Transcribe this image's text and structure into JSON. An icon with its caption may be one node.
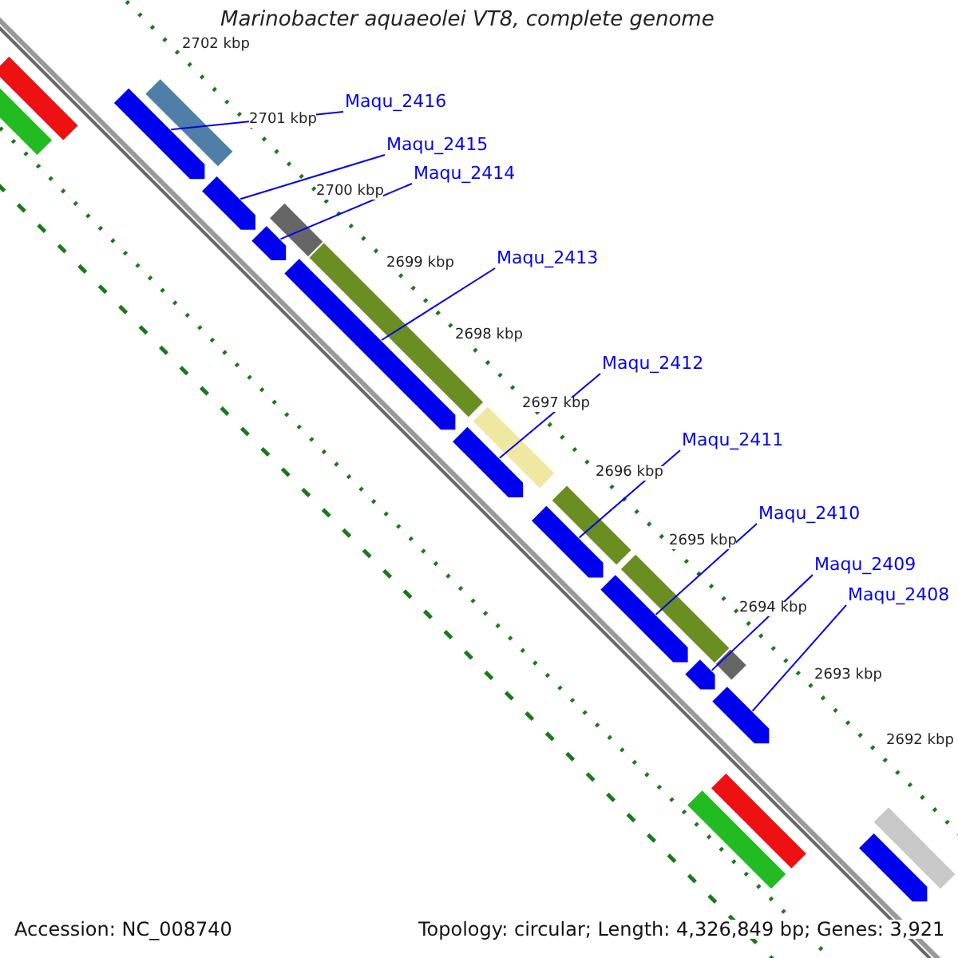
{
  "diagram": {
    "title": "Marinobacter aquaeolei VT8, complete genome",
    "nodes": [
      {
        "text": [
          "Maqu_2416"
        ]
      },
      {
        "text": [
          "Maqu_2415"
        ]
      },
      {
        "text": [
          "Maqu_2414"
        ]
      },
      {
        "text": [
          "Maqu_2413"
        ]
      },
      {
        "text": [
          "Maqu_2412"
        ]
      },
      {
        "text": [
          "Maqu_2411"
        ]
      },
      {
        "text": [
          "Maqu_2410"
        ]
      },
      {
        "text": [
          "Maqu_2409"
        ]
      },
      {
        "text": [
          "Maqu_2408"
        ]
      },
      {
        "text": [],
        "shape": "bar"
      },
      {
        "text": [],
        "shape": "bar"
      },
      {
        "text": [],
        "shape": "bar"
      },
      {
        "text": [],
        "shape": "bar"
      },
      {
        "text": [],
        "shape": "bar"
      },
      {
        "text": [],
        "shape": "bar"
      },
      {
        "text": [],
        "shape": "bar"
      },
      {
        "text": [],
        "shape": "bar"
      },
      {
        "text": [],
        "shape": "bar"
      },
      {
        "text": [],
        "shape": "bar"
      }
    ],
    "edges": [
      {
        "from": 0,
        "to": 9,
        "arrow": "none"
      },
      {
        "from": 1,
        "to": 10,
        "arrow": "none"
      },
      {
        "from": 2,
        "to": 11,
        "arrow": "none"
      },
      {
        "from": 3,
        "to": 12,
        "arrow": "none"
      },
      {
        "from": 4,
        "to": 13,
        "arrow": "none"
      },
      {
        "from": 5,
        "to": 14,
        "arrow": "none"
      },
      {
        "from": 6,
        "to": 15,
        "arrow": "none"
      },
      {
        "from": 7,
        "to": 16,
        "arrow": "none"
      },
      {
        "from": 8,
        "to": 17,
        "arrow": "none"
      }
    ],
    "labels": [
      "2702 kbp",
      "2701 kbp",
      "2700 kbp",
      "2699 kbp",
      "2698 kbp",
      "2697 kbp",
      "2696 kbp",
      "2695 kbp",
      "2694 kbp",
      "2693 kbp",
      "2692 kbp",
      "Accession: NC_008740",
      "Topology: circular; Length: 4,326,849 bp; Genes: 3,921"
    ]
  }
}
